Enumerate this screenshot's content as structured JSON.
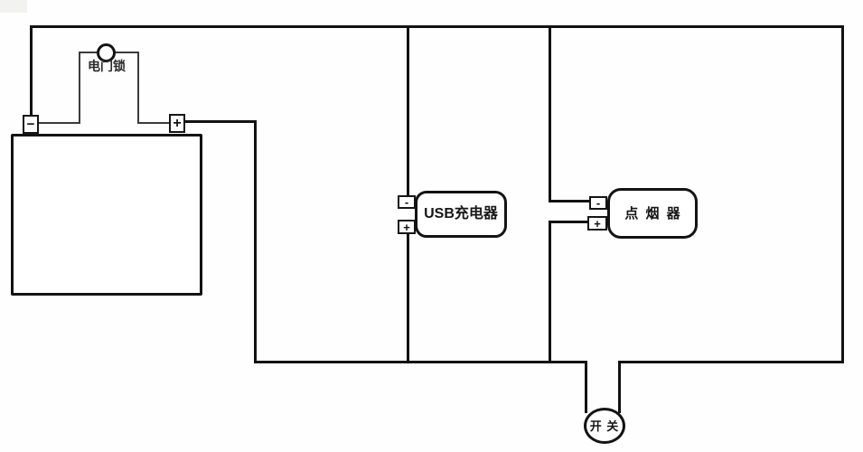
{
  "diagram": {
    "type": "circuit-wiring-diagram",
    "background": "#fefefe",
    "wire_color": "#121212",
    "thin_wire_color": "#3b3b3b"
  },
  "battery": {
    "minus_label": "−",
    "plus_label": "+"
  },
  "ignition_lock": {
    "label": "电门锁"
  },
  "usb_charger": {
    "label": "USB充电器",
    "minus_label": "-",
    "plus_label": "+"
  },
  "cigarette_lighter": {
    "label": "点 烟 器",
    "minus_label": "-",
    "plus_label": "+"
  },
  "power_switch": {
    "label": "开 关"
  }
}
